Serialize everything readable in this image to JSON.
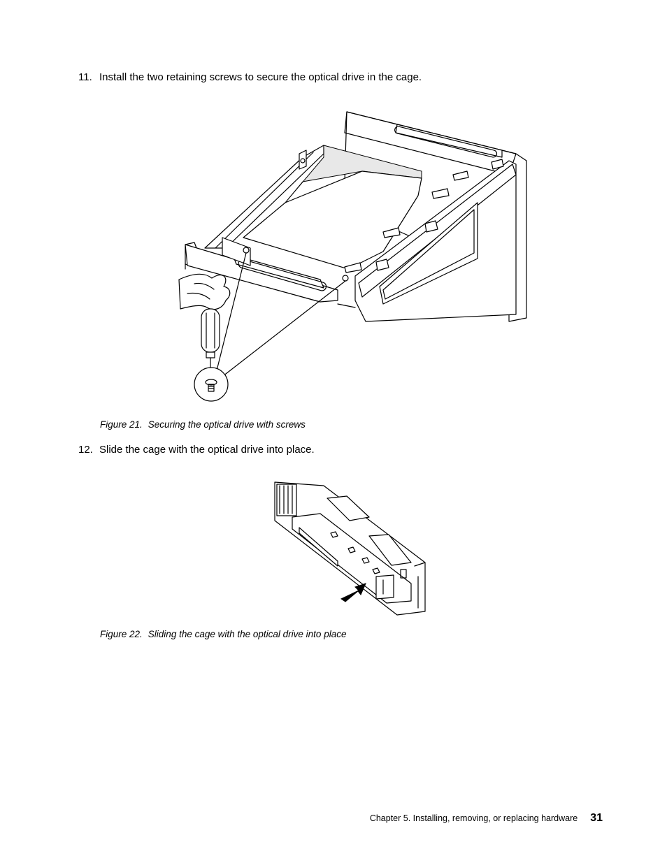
{
  "steps": [
    {
      "number": "11.",
      "text": "Install the two retaining screws to secure the optical drive in the cage."
    },
    {
      "number": "12.",
      "text": "Slide the cage with the optical drive into place."
    }
  ],
  "figures": [
    {
      "label": "Figure 21.",
      "caption": "Securing the optical drive with screws"
    },
    {
      "label": "Figure 22.",
      "caption": "Sliding the cage with the optical drive into place"
    }
  ],
  "footer": {
    "chapter": "Chapter 5.  Installing, removing, or replacing hardware",
    "page_number": "31"
  }
}
